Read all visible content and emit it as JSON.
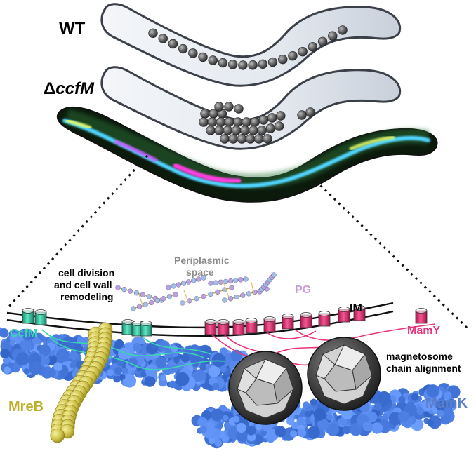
{
  "labels": {
    "wt": "WT",
    "mutant_prefix": "Δ",
    "mutant_gene": "ccfM",
    "periplasmic_line1": "Periplasmic",
    "periplasmic_line2": "space",
    "cell_division_line1": "cell division",
    "cell_division_line2": "and cell wall",
    "cell_division_line3": "remodeling",
    "pg": "PG",
    "im": "IM",
    "ccfm": "CcfM",
    "mamy": "MamY",
    "magnetosome_line1": "magnetosome",
    "magnetosome_line2": "chain alignment",
    "mreb": "MreB",
    "mamk": "MamK"
  },
  "colors": {
    "ccfm": "#39d6b0",
    "mamy": "#e8327a",
    "pg": "#c79ad6",
    "mreb": "#bfb02a",
    "mamk": "#5a7fc8",
    "periplasmic": "#8c8c8c",
    "cell_fill": "#e9edf3",
    "cell_stroke": "#3a3f48",
    "magnetosome_ball": "#4a4a4a"
  },
  "icons": {
    "magnetosome": "magnetosome-crystal-icon",
    "membrane_protein": "cylinder-protein-icon",
    "filament": "protein-filament-icon"
  }
}
